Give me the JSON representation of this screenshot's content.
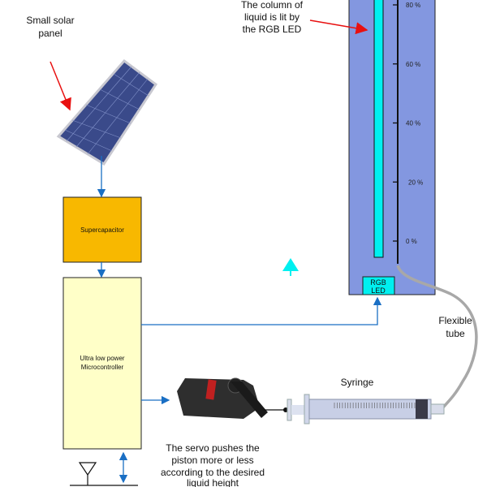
{
  "labels": {
    "solar_panel": [
      "Small solar",
      "panel"
    ],
    "column_note": [
      "The column of",
      "liquid is lit by",
      "the RGB LED"
    ],
    "supercapacitor": "Supercapacitor",
    "microcontroller": [
      "Ultra low power",
      "Microcontroller"
    ],
    "rgb_led": [
      "RGB",
      "LED"
    ],
    "flexible_tube": [
      "Flexible",
      "tube"
    ],
    "syringe": "Syringe",
    "servo_note": [
      "The servo pushes the",
      "piston more or less",
      "according to the desired",
      "liquid height"
    ]
  },
  "scale": {
    "ticks": [
      "80 %",
      "60 %",
      "40 %",
      "20 %",
      "0 %"
    ],
    "fill_level_percent": 86
  },
  "colors": {
    "panel": "#8397e0",
    "liquid": "#00f0f0",
    "supercapacitor": "#f8b800",
    "microcontroller": "#ffffc8",
    "arrow_blue": "#1a6fc4",
    "arrow_red": "#e81010",
    "tube": "#a8a8a8"
  }
}
